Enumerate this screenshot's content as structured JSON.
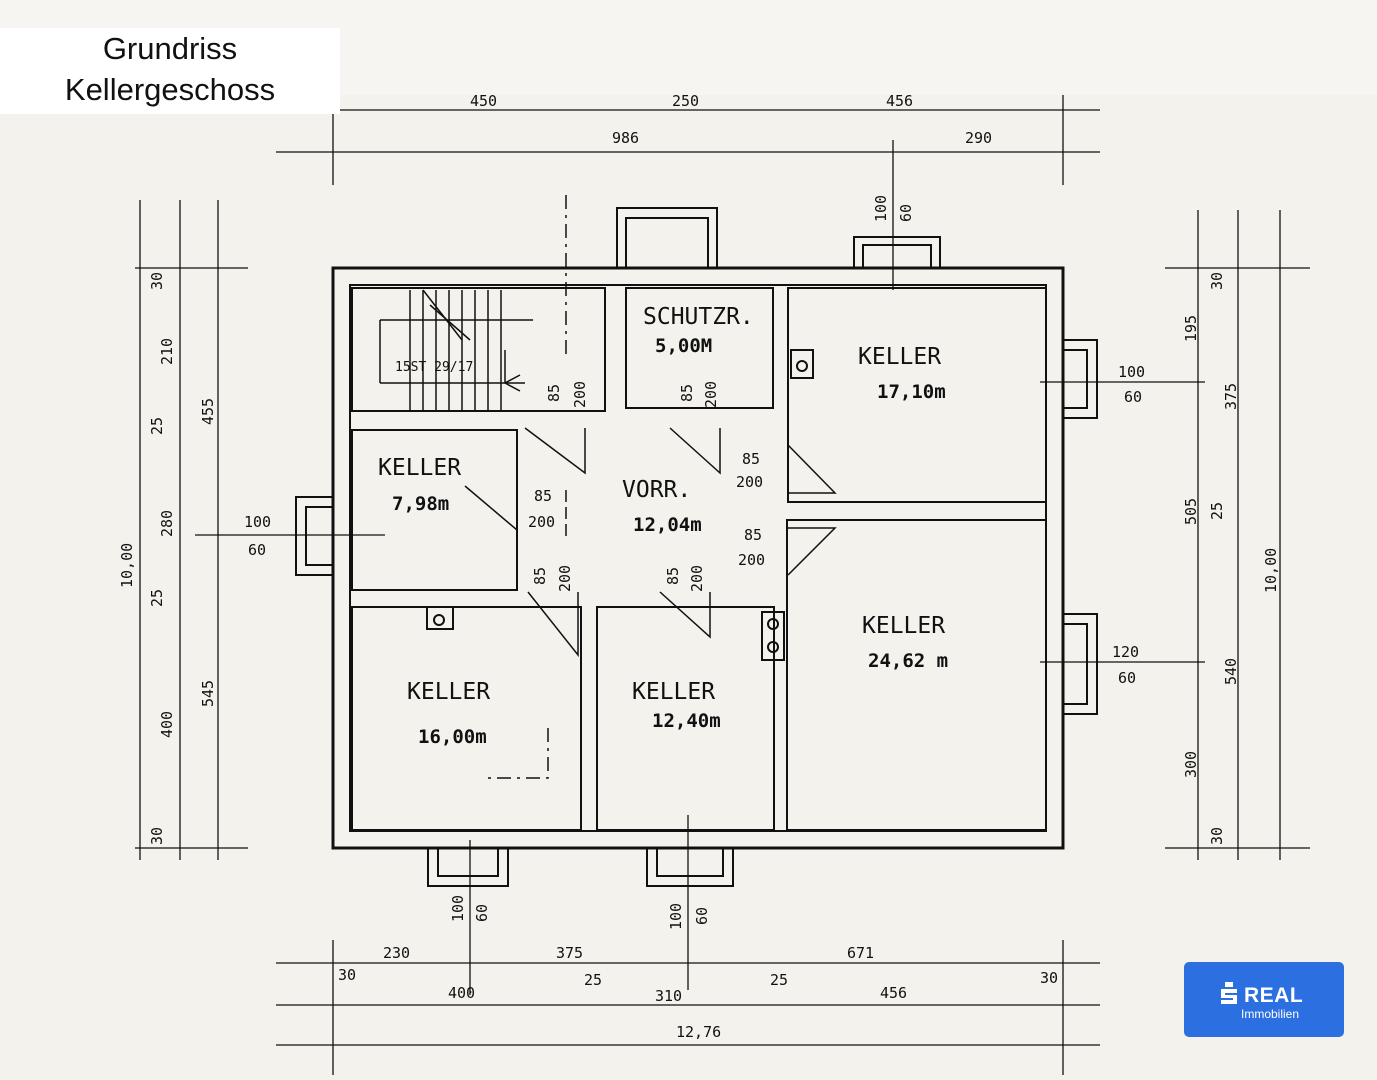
{
  "title": {
    "line1": "Grundriss",
    "line2": "Kellergeschoss"
  },
  "rooms": {
    "stair": {
      "label": "15ST 29/17"
    },
    "schutzraum": {
      "label": "SCHUTZR.",
      "area": "5,00M"
    },
    "keller_ne": {
      "label": "KELLER",
      "area": "17,10m"
    },
    "keller_w": {
      "label": "KELLER",
      "area": "7,98m"
    },
    "vorraum": {
      "label": "VORR.",
      "area": "12,04m"
    },
    "keller_sw": {
      "label": "KELLER",
      "area": "16,00m"
    },
    "keller_s": {
      "label": "KELLER",
      "area": "12,40m"
    },
    "keller_se": {
      "label": "KELLER",
      "area": "24,62 m"
    }
  },
  "dims": {
    "top1": [
      "450",
      "250",
      "456"
    ],
    "top2": [
      "986",
      "290"
    ],
    "bottom1": [
      "230",
      "375",
      "671"
    ],
    "bottom2": [
      "30",
      "400",
      "25",
      "310",
      "25",
      "456",
      "30"
    ],
    "bottom_total": "12,76",
    "left_inner": [
      "30",
      "210",
      "25",
      "280",
      "25",
      "400",
      "30"
    ],
    "left_mid": [
      "455",
      "545"
    ],
    "left_total": "10,00",
    "right_inner": [
      "30",
      "195",
      "25",
      "300",
      "30"
    ],
    "right_mid": [
      "375",
      "505",
      "540"
    ],
    "right_total": "10,00",
    "doors": [
      "85",
      "200"
    ],
    "windows": {
      "top": [
        "100",
        "60"
      ],
      "east_upper": [
        "100",
        "60"
      ],
      "west": [
        "100",
        "60"
      ],
      "east_lower": [
        "120",
        "60"
      ],
      "south_left": [
        "100",
        "60"
      ],
      "south_mid": [
        "100",
        "60"
      ]
    }
  },
  "logo": {
    "brand": "REAL",
    "sub": "Immobilien",
    "icon": "sparkasse-s-icon",
    "color": "#2b6fe0"
  }
}
